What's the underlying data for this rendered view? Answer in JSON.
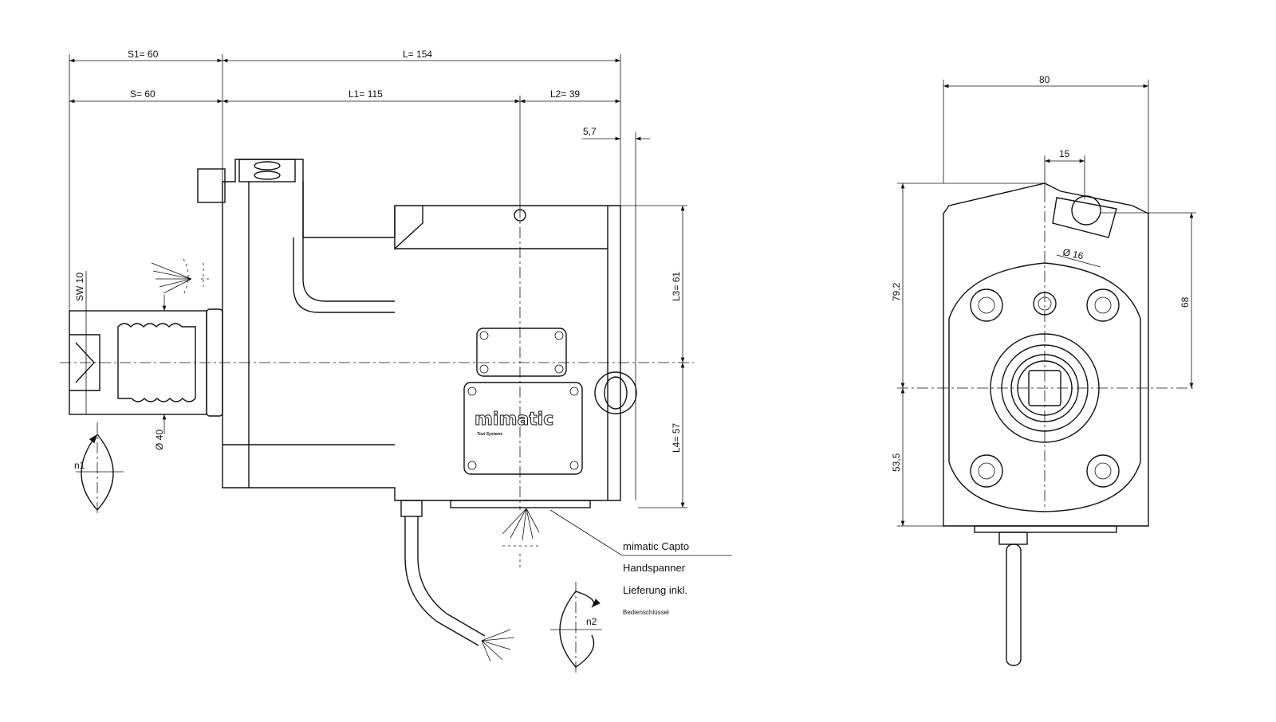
{
  "dimensions": {
    "s1": "S1=  60",
    "l": "L=  154",
    "s": "S=  60",
    "l1": "L1=  115",
    "l2": "L2=  39",
    "offset": "5,7",
    "sw": "SW 10",
    "dia40": "Ø 40",
    "l3": "L3=  61",
    "l4": "L4=  57",
    "width": "80",
    "d15": "15",
    "dia16": "Ø 16",
    "h79": "79,2",
    "h68": "68",
    "h53": "53,5"
  },
  "rotation": {
    "n1": "n1",
    "n2": "n2"
  },
  "logo": {
    "brand": "mimatic",
    "sub": "Tool Systems"
  },
  "notes": {
    "line1": "mimatic Capto",
    "line2": "Handspanner",
    "line3": "Lieferung inkl.",
    "line4": "Bedienschlüssel"
  }
}
